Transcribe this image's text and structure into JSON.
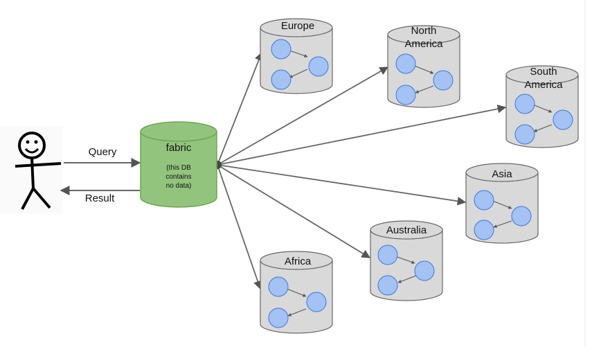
{
  "user": {
    "icon": "stick-figure-icon"
  },
  "fabric": {
    "label": "fabric",
    "note": [
      "(this DB",
      "contains",
      "no data)"
    ],
    "color": "#93c47d",
    "stroke": "#6aa84f"
  },
  "edges": {
    "query": "Query",
    "result": "Result"
  },
  "shards": [
    {
      "id": "europe",
      "label": [
        "Europe"
      ]
    },
    {
      "id": "north-america",
      "label": [
        "North",
        "America"
      ]
    },
    {
      "id": "south-america",
      "label": [
        "South",
        "America"
      ]
    },
    {
      "id": "asia",
      "label": [
        "Asia"
      ]
    },
    {
      "id": "australia",
      "label": [
        "Australia"
      ]
    },
    {
      "id": "africa",
      "label": [
        "Africa"
      ]
    }
  ],
  "colors": {
    "shard_fill": "#d9d9d9",
    "shard_stroke": "#666666",
    "node_fill": "#a4c2f4",
    "node_stroke": "#3c78d8",
    "arrow": "#666666"
  }
}
